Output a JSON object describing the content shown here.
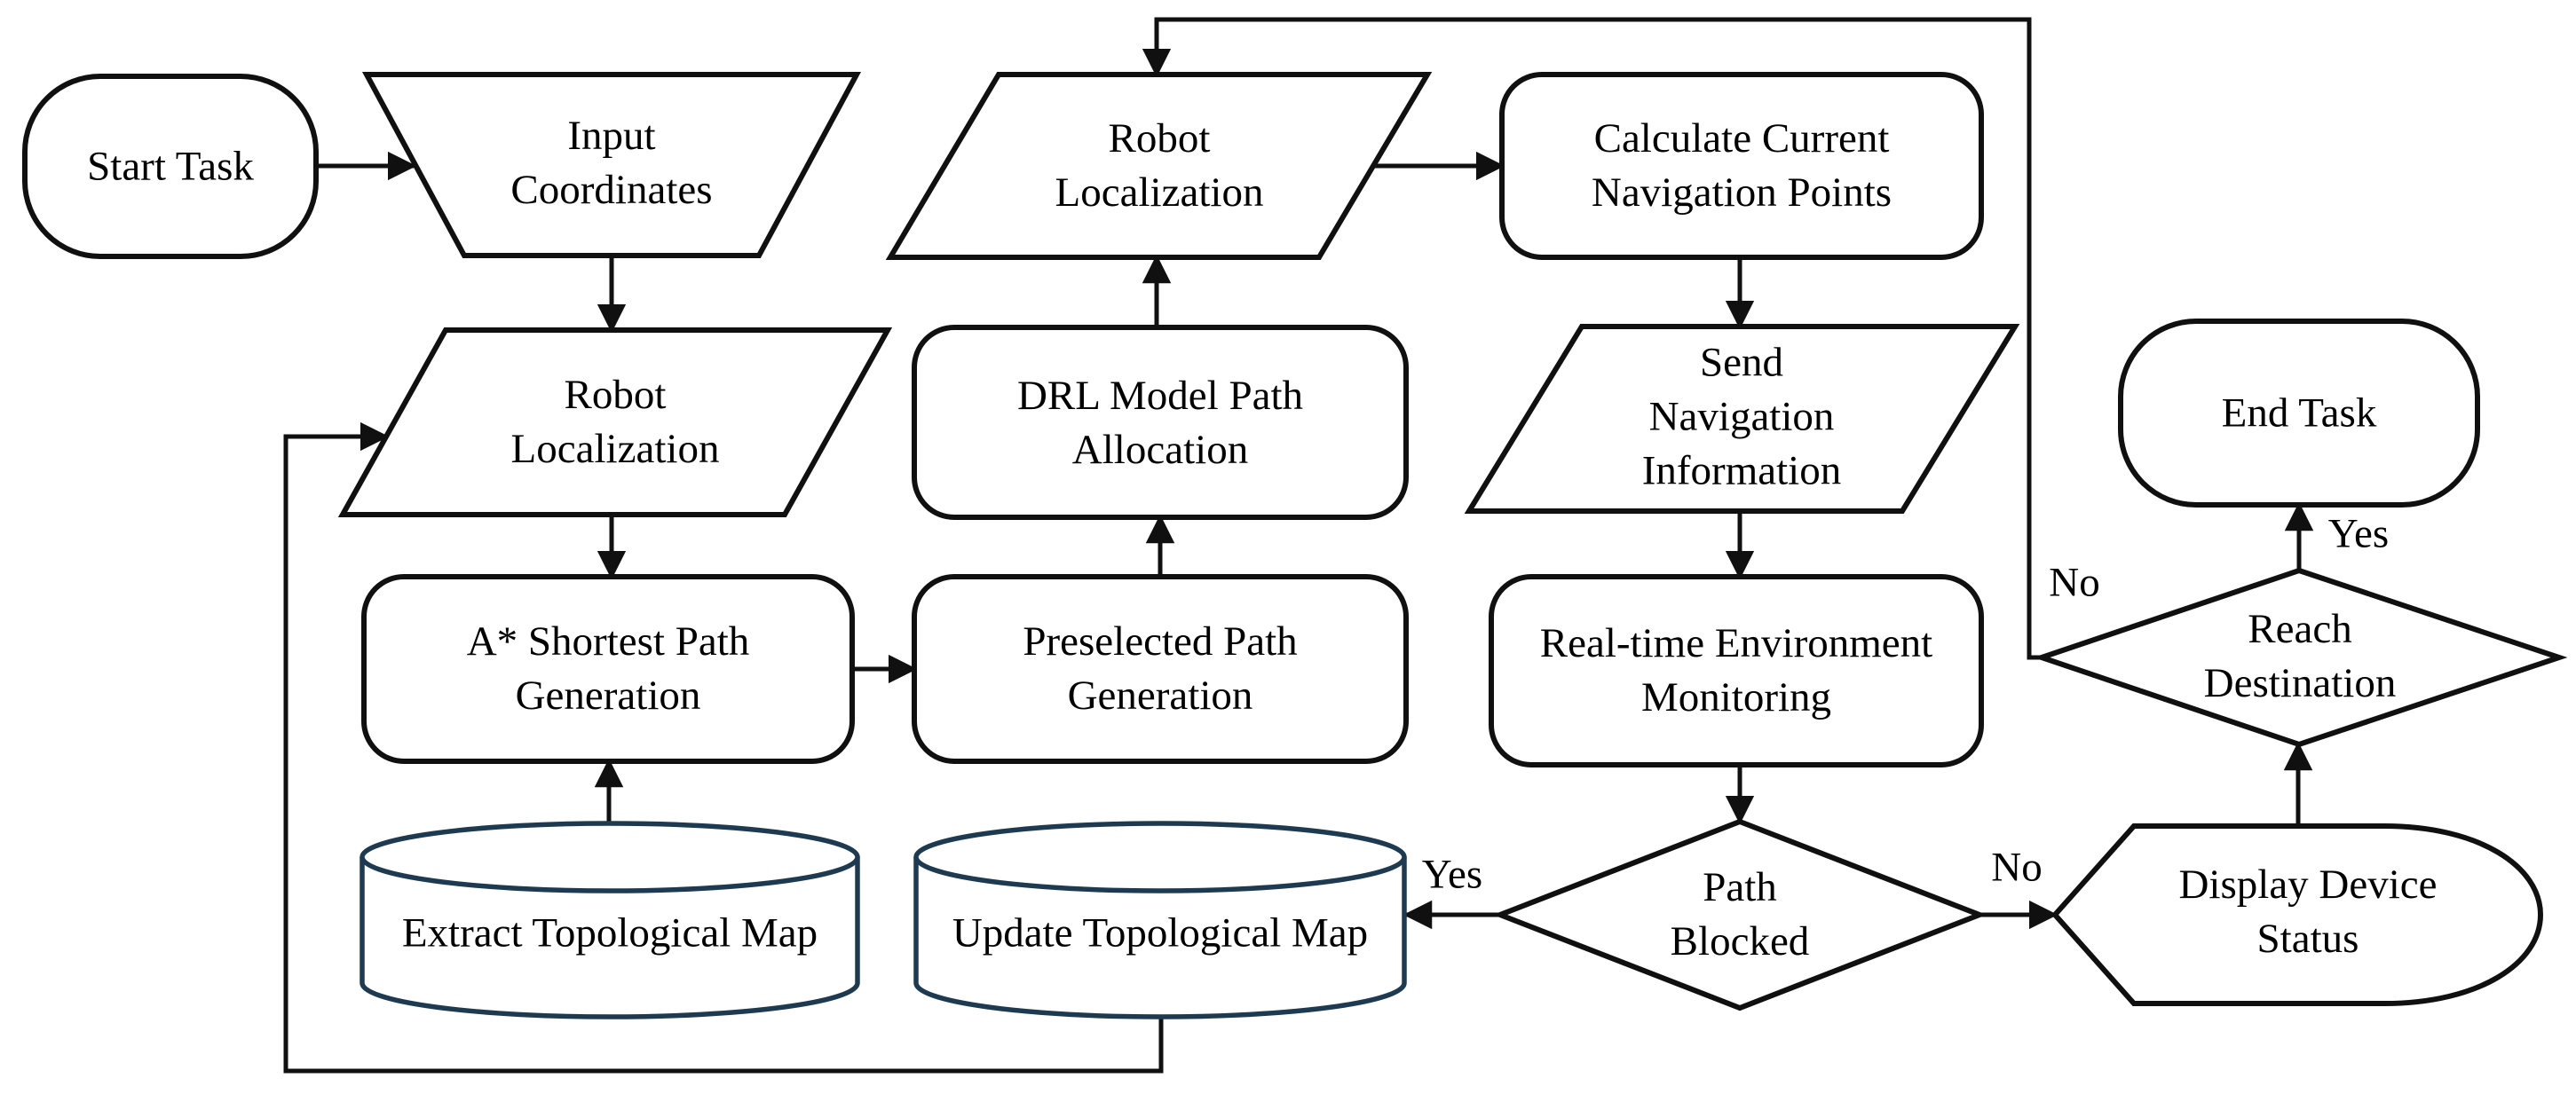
{
  "diagram": {
    "type": "flowchart",
    "background_color": "#ffffff",
    "line_color": "#101010",
    "database_stroke_color": "#1e3a50",
    "text_color": "#000000",
    "nodes": {
      "start_task": {
        "label": "Start Task",
        "shape": "terminator"
      },
      "input_coordinates": {
        "label": "Input\nCoordinates",
        "shape": "manual-operation-trapezoid"
      },
      "robot_localization_1": {
        "label": "Robot\nLocalization",
        "shape": "data-parallelogram"
      },
      "a_star_generation": {
        "label": "A* Shortest Path\nGeneration",
        "shape": "process"
      },
      "extract_topological_map": {
        "label": "Extract Topological Map",
        "shape": "database-cylinder"
      },
      "drl_allocation": {
        "label": "DRL Model Path\nAllocation",
        "shape": "process"
      },
      "preselected_generation": {
        "label": "Preselected Path\nGeneration",
        "shape": "process"
      },
      "update_topological_map": {
        "label": "Update Topological Map",
        "shape": "database-cylinder"
      },
      "robot_localization_2": {
        "label": "Robot\nLocalization",
        "shape": "data-parallelogram"
      },
      "calculate_navigation_points": {
        "label": "Calculate Current\nNavigation Points",
        "shape": "process"
      },
      "send_navigation_information": {
        "label": "Send\nNavigation\nInformation",
        "shape": "data-parallelogram"
      },
      "realtime_environment_monitoring": {
        "label": "Real-time Environment\nMonitoring",
        "shape": "process"
      },
      "path_blocked": {
        "label": "Path\nBlocked",
        "shape": "decision-diamond"
      },
      "display_device_status": {
        "label": "Display Device\nStatus",
        "shape": "display"
      },
      "reach_destination": {
        "label": "Reach\nDestination",
        "shape": "decision-diamond"
      },
      "end_task": {
        "label": "End Task",
        "shape": "terminator"
      }
    },
    "edges": [
      {
        "from": "start_task",
        "to": "input_coordinates",
        "label": ""
      },
      {
        "from": "input_coordinates",
        "to": "robot_localization_1",
        "label": ""
      },
      {
        "from": "robot_localization_1",
        "to": "a_star_generation",
        "label": ""
      },
      {
        "from": "extract_topological_map",
        "to": "a_star_generation",
        "label": ""
      },
      {
        "from": "a_star_generation",
        "to": "preselected_generation",
        "label": ""
      },
      {
        "from": "preselected_generation",
        "to": "drl_allocation",
        "label": ""
      },
      {
        "from": "drl_allocation",
        "to": "robot_localization_2",
        "label": ""
      },
      {
        "from": "robot_localization_2",
        "to": "calculate_navigation_points",
        "label": ""
      },
      {
        "from": "calculate_navigation_points",
        "to": "send_navigation_information",
        "label": ""
      },
      {
        "from": "send_navigation_information",
        "to": "realtime_environment_monitoring",
        "label": ""
      },
      {
        "from": "realtime_environment_monitoring",
        "to": "path_blocked",
        "label": ""
      },
      {
        "from": "path_blocked",
        "to": "update_topological_map",
        "label": "Yes"
      },
      {
        "from": "path_blocked",
        "to": "display_device_status",
        "label": "No"
      },
      {
        "from": "display_device_status",
        "to": "reach_destination",
        "label": ""
      },
      {
        "from": "reach_destination",
        "to": "end_task",
        "label": "Yes"
      },
      {
        "from": "reach_destination",
        "to": "robot_localization_2",
        "label": "No"
      },
      {
        "from": "update_topological_map",
        "to": "robot_localization_1",
        "label": ""
      }
    ]
  }
}
